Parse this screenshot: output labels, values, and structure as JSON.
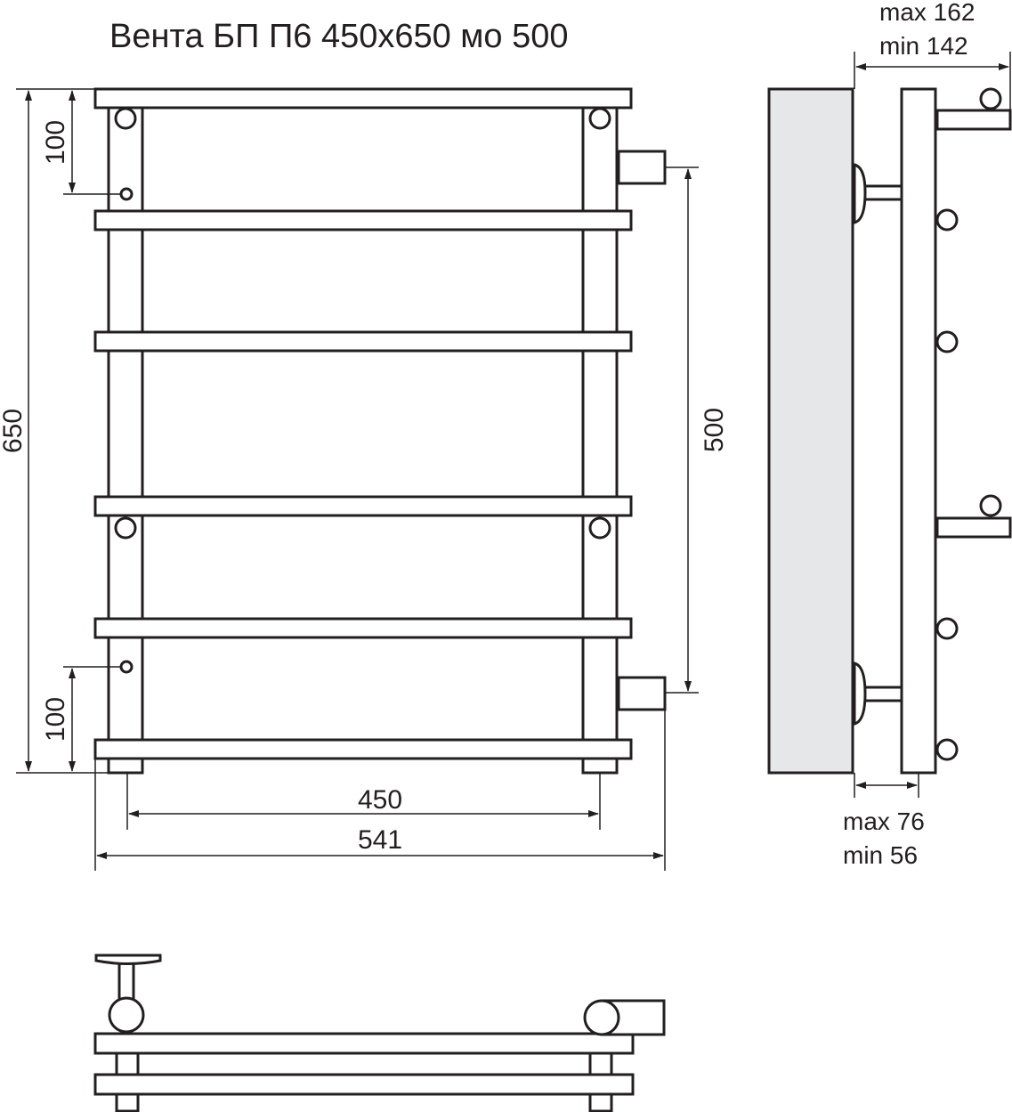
{
  "title": "Вента БП П6 450х650 мо 500",
  "dimensions": {
    "height_total": "650",
    "top_offset": "100",
    "bottom_offset": "100",
    "center_distance": "500",
    "mount_width": "450",
    "overall_width": "541"
  },
  "side_view": {
    "depth_max": "max 162",
    "depth_min": "min 142",
    "wall_gap_max": "max 76",
    "wall_gap_min": "min 56"
  },
  "colors": {
    "line": "#231f20",
    "wall": "#e6e7e8"
  }
}
